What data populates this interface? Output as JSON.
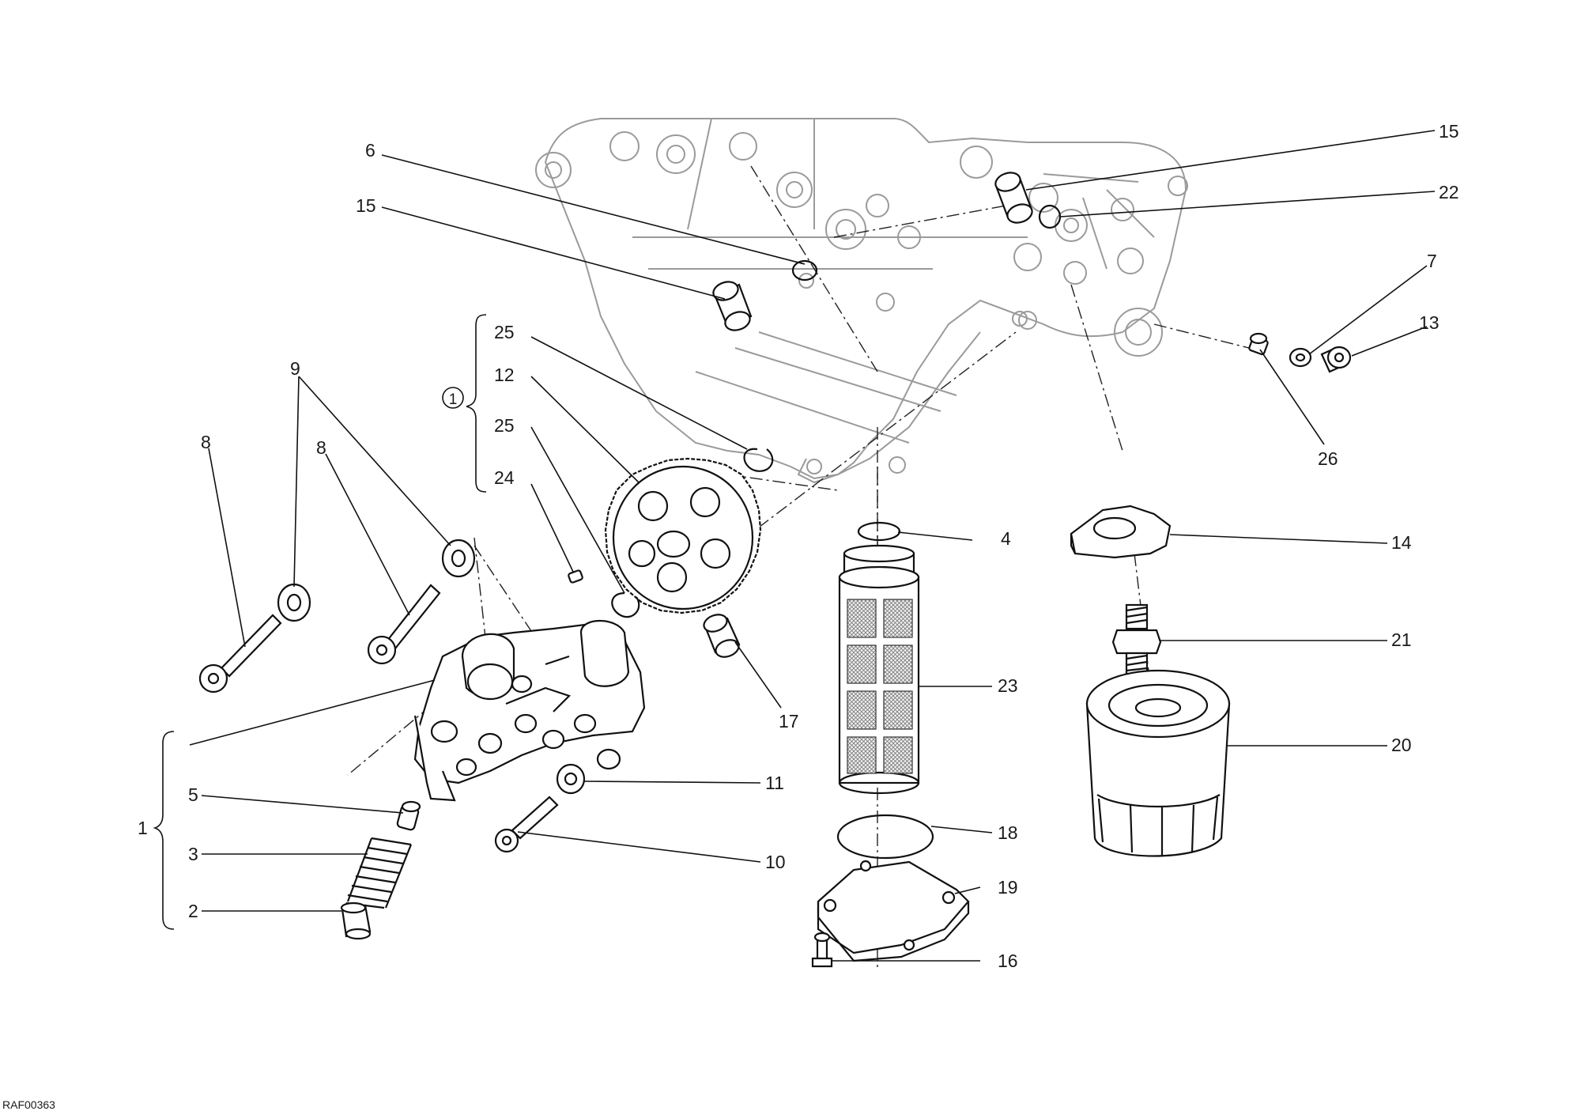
{
  "drawing_code": "RAF00363",
  "group_symbol": "1",
  "callouts": {
    "c6": "6",
    "c15a": "15",
    "c15b": "15",
    "c22": "22",
    "c7": "7",
    "c13": "13",
    "c26": "26",
    "c25a": "25",
    "c12": "12",
    "c25b": "25",
    "c24": "24",
    "c9": "9",
    "c8a": "8",
    "c8b": "8",
    "c4": "4",
    "c14": "14",
    "c21": "21",
    "c23": "23",
    "c20": "20",
    "c17": "17",
    "c11": "11",
    "c10": "10",
    "c18": "18",
    "c19": "19",
    "c16": "16",
    "c1": "1",
    "c5": "5",
    "c3": "3",
    "c2": "2"
  }
}
